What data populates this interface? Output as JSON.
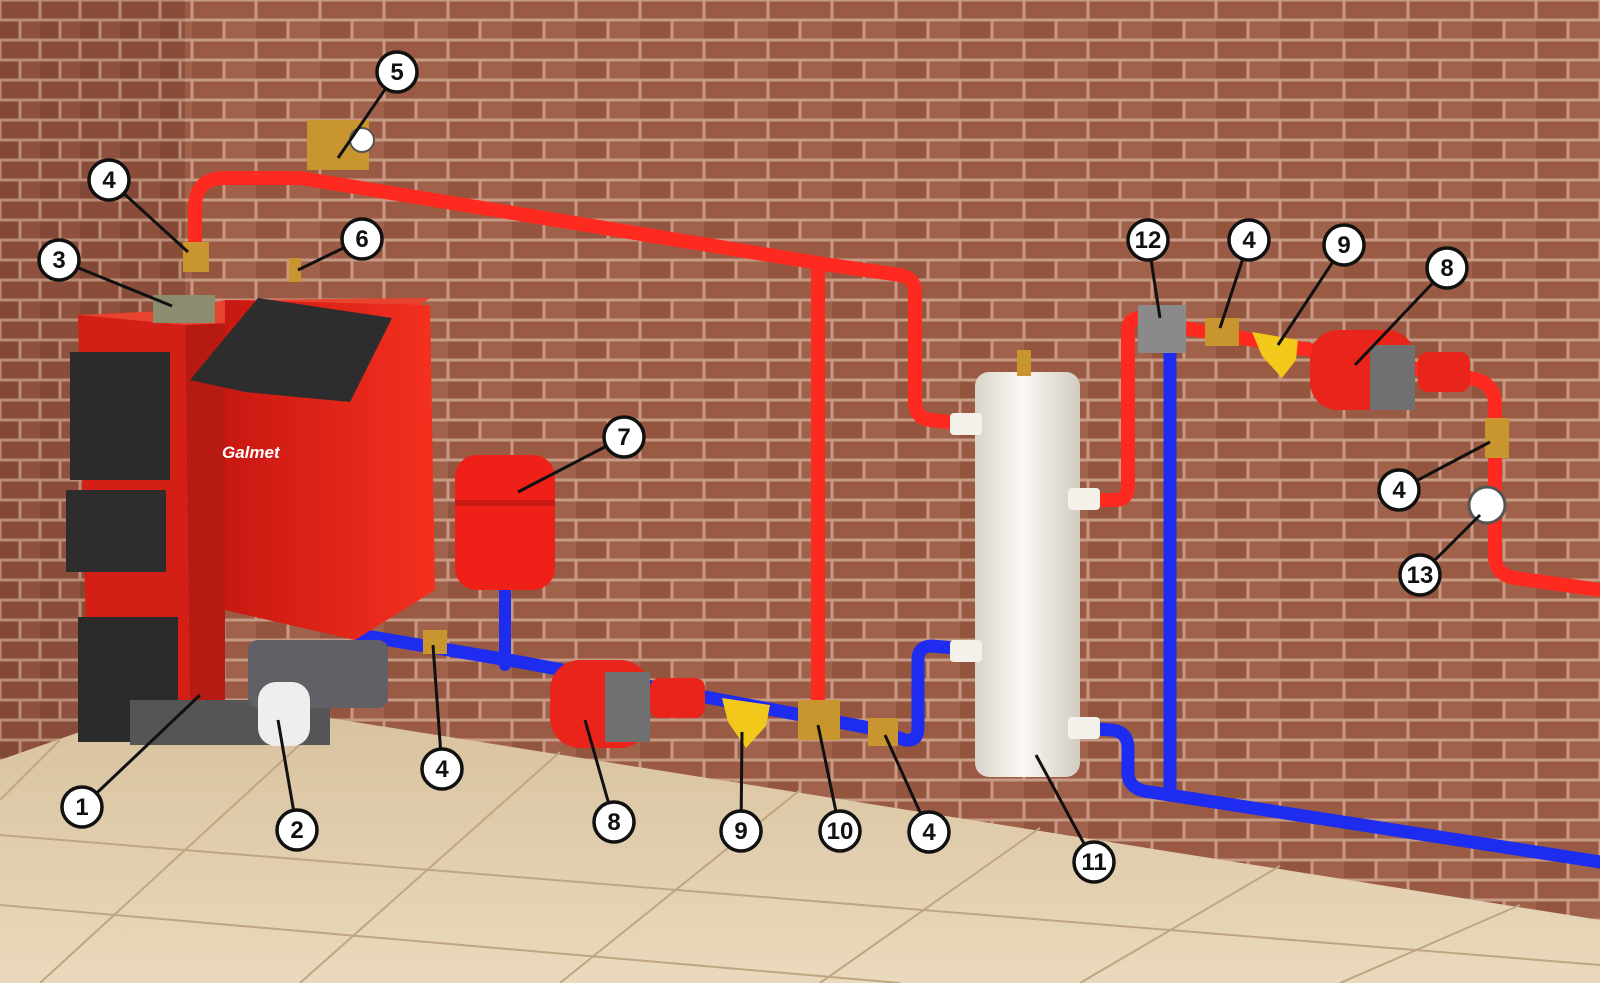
{
  "brand_label": "Galmet",
  "colors": {
    "wall": "#9a5a44",
    "mortar": "#c49a82",
    "floor": "#ddc9a8",
    "hot_pipe": "#ff2a1f",
    "cold_pipe": "#1e2cf0",
    "boiler_red": "#f2231a",
    "brass": "#c9952e",
    "tank_white": "#f4f1ea"
  },
  "callouts": [
    {
      "number": "1"
    },
    {
      "number": "2"
    },
    {
      "number": "3"
    },
    {
      "number": "4"
    },
    {
      "number": "4"
    },
    {
      "number": "4"
    },
    {
      "number": "4"
    },
    {
      "number": "4"
    },
    {
      "number": "5"
    },
    {
      "number": "6"
    },
    {
      "number": "7"
    },
    {
      "number": "8"
    },
    {
      "number": "8"
    },
    {
      "number": "9"
    },
    {
      "number": "9"
    },
    {
      "number": "10"
    },
    {
      "number": "11"
    },
    {
      "number": "12"
    },
    {
      "number": "13"
    }
  ]
}
